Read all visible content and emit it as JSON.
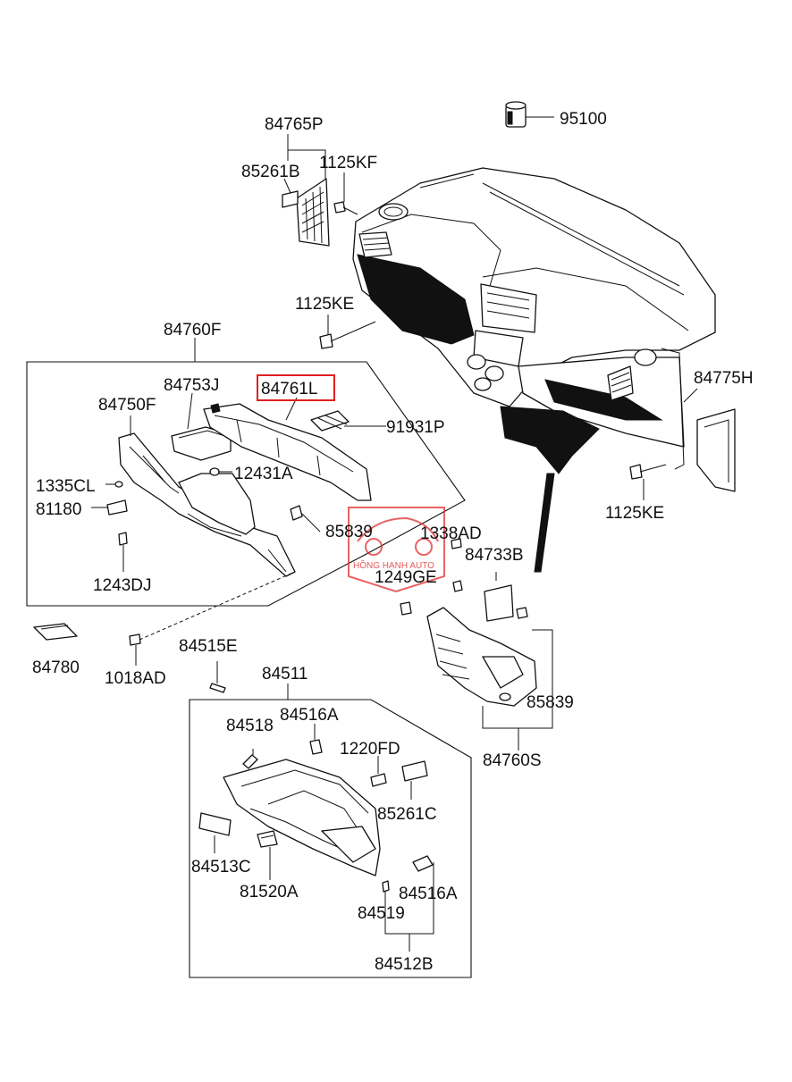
{
  "highlighted_part": "84761L",
  "highlight_color": "#e02020",
  "watermark": {
    "text": "HỒNG HẠNH AUTO",
    "color": "#e03030"
  },
  "labels": {
    "p95100": "95100",
    "p84765P": "84765P",
    "p85261B": "85261B",
    "p1125KF": "1125KF",
    "p1125KE_top": "1125KE",
    "p84760F": "84760F",
    "p84753J": "84753J",
    "p84761L": "84761L",
    "p84750F": "84750F",
    "p91931P": "91931P",
    "p1335CL": "1335CL",
    "p12431A": "12431A",
    "p81180": "81180",
    "p85839_left": "85839",
    "p1338AD": "1338AD",
    "p84733B": "84733B",
    "p1243DJ": "1243DJ",
    "p1249GE": "1249GE",
    "p84775H": "84775H",
    "p1125KE_right": "1125KE",
    "p84780": "84780",
    "p1018AD": "1018AD",
    "p84515E": "84515E",
    "p84511": "84511",
    "p84518": "84518",
    "p84516A_top": "84516A",
    "p1220FD": "1220FD",
    "p85261C": "85261C",
    "p85839_right": "85839",
    "p84760S": "84760S",
    "p84513C": "84513C",
    "p81520A": "81520A",
    "p84516A_bottom": "84516A",
    "p84519": "84519",
    "p84512B": "84512B"
  }
}
